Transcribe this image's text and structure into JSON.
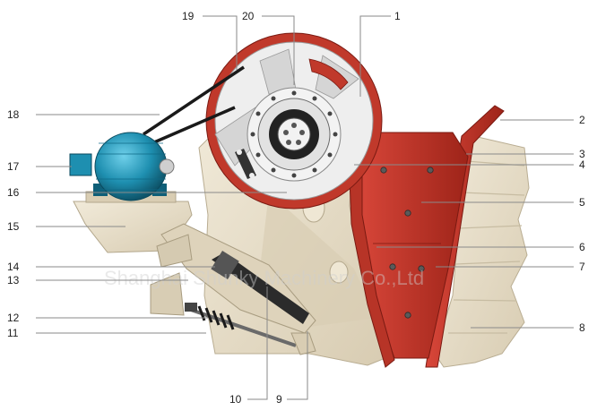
{
  "watermark": "Shanghai Shunky Machinery Co.,Ltd",
  "callouts": {
    "n1": "1",
    "n2": "2",
    "n3": "3",
    "n4": "4",
    "n5": "5",
    "n6": "6",
    "n7": "7",
    "n8": "8",
    "n9": "9",
    "n10": "10",
    "n11": "11",
    "n12": "12",
    "n13": "13",
    "n14": "14",
    "n15": "15",
    "n16": "16",
    "n17": "17",
    "n18": "18",
    "n19": "19",
    "n20": "20"
  },
  "colors": {
    "frame": "#e6ddc8",
    "frame_shade": "#cfc4ab",
    "jaw_plate": "#c0392b",
    "jaw_plate_dark": "#8e1f16",
    "motor": "#1e8fb0",
    "motor_dark": "#0f5f78",
    "flywheel_rim": "#c0392b",
    "belt": "#1a1a1a"
  }
}
